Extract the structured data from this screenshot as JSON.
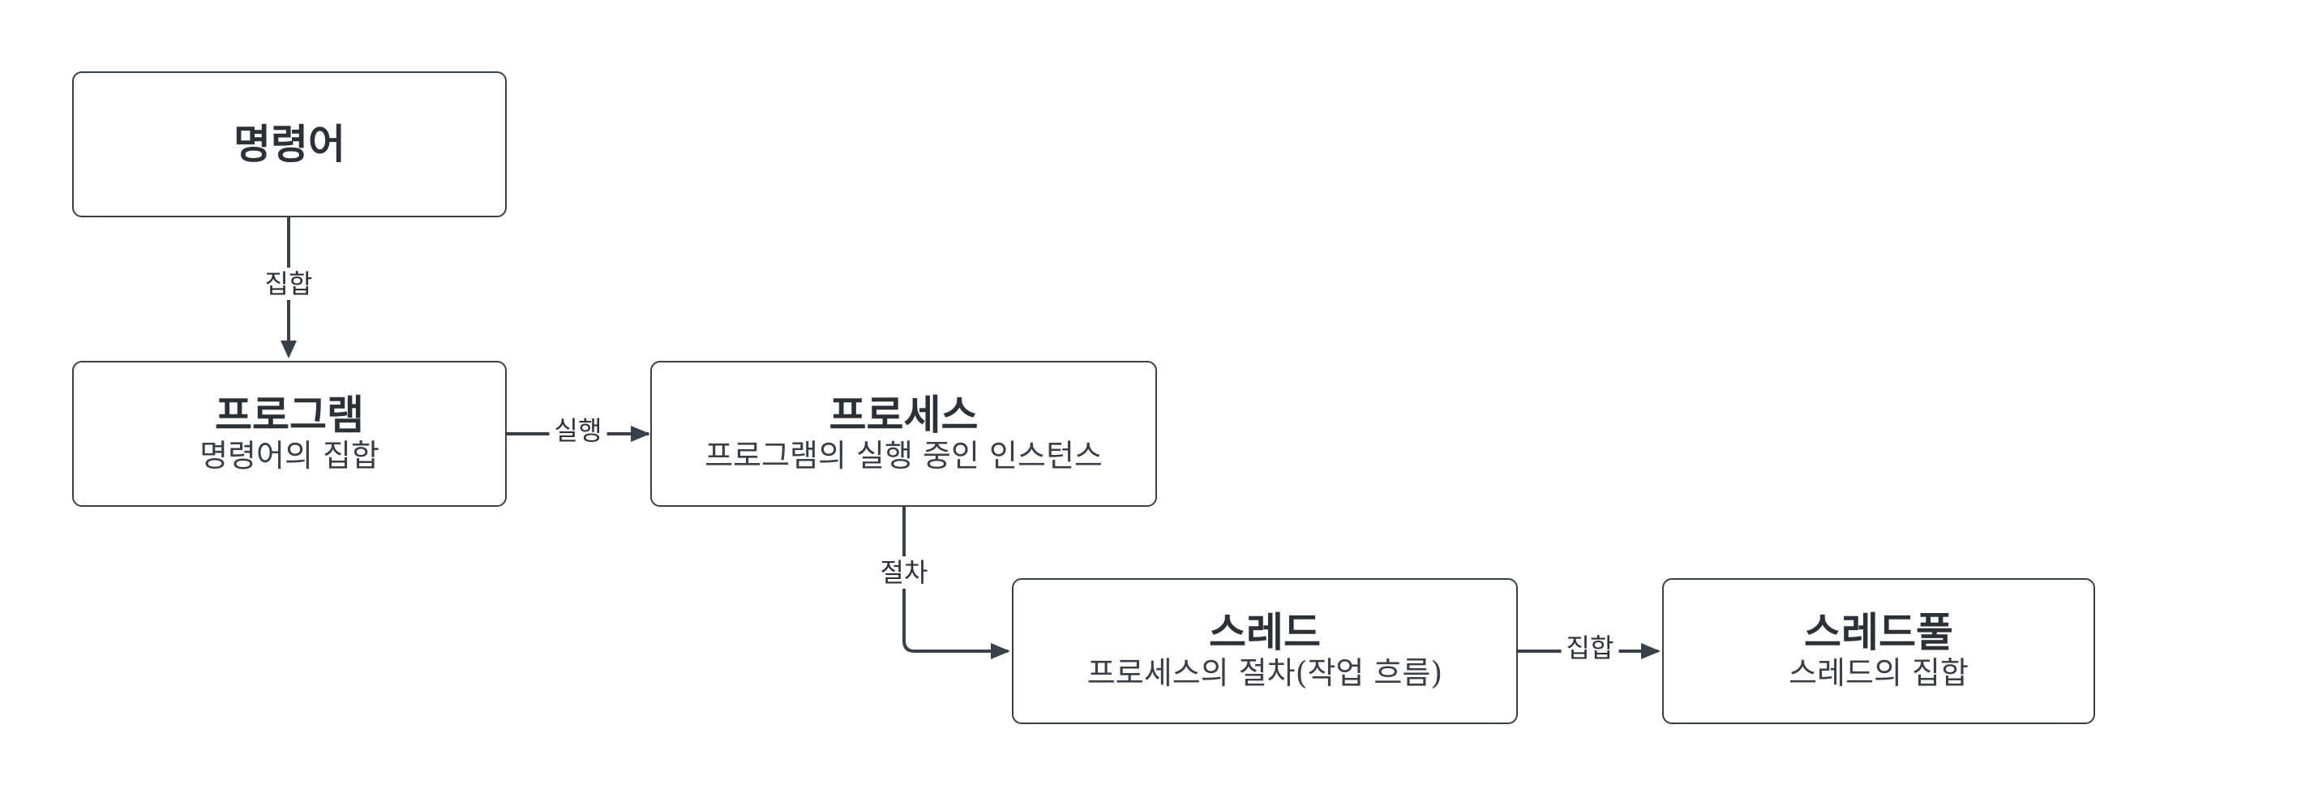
{
  "nodes": {
    "instruction": {
      "title": "명령어"
    },
    "program": {
      "title": "프로그램",
      "subtitle": "명령어의 집합"
    },
    "process": {
      "title": "프로세스",
      "subtitle": "프로그램의 실행 중인 인스턴스"
    },
    "thread": {
      "title": "스레드",
      "subtitle": "프로세스의 절차(작업 흐름)"
    },
    "threadpool": {
      "title": "스레드풀",
      "subtitle": "스레드의 집합"
    }
  },
  "edges": {
    "instruction_program": {
      "label": "집합"
    },
    "program_process": {
      "label": "실행"
    },
    "process_thread": {
      "label": "절차"
    },
    "thread_threadpool": {
      "label": "집합"
    }
  },
  "colors": {
    "stroke": "#3a4049",
    "text": "#2c3138",
    "background": "#ffffff"
  }
}
